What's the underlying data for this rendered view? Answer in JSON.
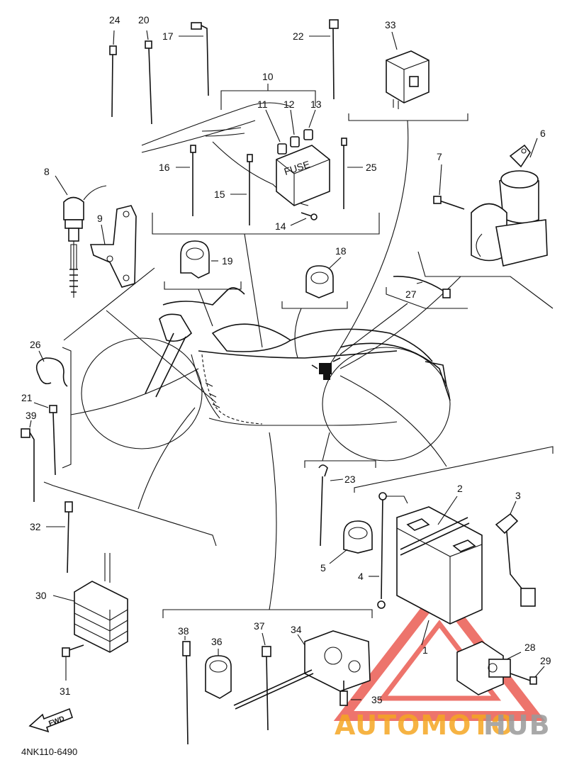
{
  "diagram": {
    "part_numbers": [
      "1",
      "2",
      "3",
      "4",
      "5",
      "6",
      "7",
      "8",
      "9",
      "10",
      "11",
      "12",
      "13",
      "14",
      "15",
      "16",
      "17",
      "18",
      "19",
      "20",
      "21",
      "22",
      "23",
      "24",
      "25",
      "26",
      "27",
      "28",
      "29",
      "30",
      "31",
      "32",
      "33",
      "34",
      "35",
      "36",
      "37",
      "38",
      "39"
    ],
    "fuse_label": "FUSE",
    "direction_label": "FWD",
    "drawing_code": "4NK110-6490"
  },
  "watermark": {
    "brand_part1": "AUTOMOTO",
    "brand_part2": "HUB",
    "colors": {
      "triangle": "#e8463c",
      "auto": "#f5a623",
      "hub": "#9a9a9a"
    }
  }
}
